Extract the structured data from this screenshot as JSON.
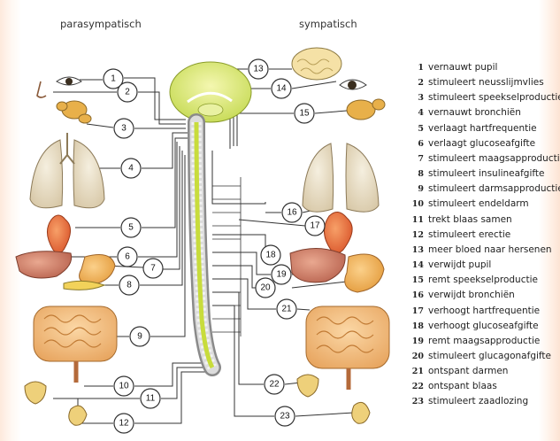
{
  "titles": {
    "left": "parasympatisch",
    "right": "sympatisch"
  },
  "legend": [
    {
      "n": "1",
      "text": "vernauwt pupil"
    },
    {
      "n": "2",
      "text": "stimuleert neusslijmvlies"
    },
    {
      "n": "3",
      "text": "stimuleert speekselproductie"
    },
    {
      "n": "4",
      "text": "vernauwt bronchiën"
    },
    {
      "n": "5",
      "text": "verlaagt hartfrequentie"
    },
    {
      "n": "6",
      "text": "verlaagt glucoseafgifte"
    },
    {
      "n": "7",
      "text": "stimuleert maagsapproductie"
    },
    {
      "n": "8",
      "text": "stimuleert insulineafgifte"
    },
    {
      "n": "9",
      "text": "stimuleert darmsapproductie"
    },
    {
      "n": "10",
      "text": "stimuleert endeldarm"
    },
    {
      "n": "11",
      "text": "trekt blaas samen"
    },
    {
      "n": "12",
      "text": "stimuleert erectie"
    },
    {
      "n": "13",
      "text": "meer bloed naar hersenen"
    },
    {
      "n": "14",
      "text": "verwijdt pupil"
    },
    {
      "n": "15",
      "text": "remt speekselproductie"
    },
    {
      "n": "16",
      "text": "verwijdt bronchiën"
    },
    {
      "n": "17",
      "text": "verhoogt hartfrequentie"
    },
    {
      "n": "18",
      "text": "verhoogt glucoseafgifte"
    },
    {
      "n": "19",
      "text": "remt maagsapproductie"
    },
    {
      "n": "20",
      "text": "stimuleert glucagonafgifte"
    },
    {
      "n": "21",
      "text": "ontspant darmen"
    },
    {
      "n": "22",
      "text": "ontspant blaas"
    },
    {
      "n": "23",
      "text": "stimuleert zaadlozing"
    }
  ],
  "markers": [
    "1",
    "2",
    "3",
    "4",
    "5",
    "6",
    "7",
    "8",
    "9",
    "10",
    "11",
    "12",
    "13",
    "14",
    "15",
    "16",
    "17",
    "18",
    "19",
    "20",
    "21",
    "22",
    "23"
  ]
}
